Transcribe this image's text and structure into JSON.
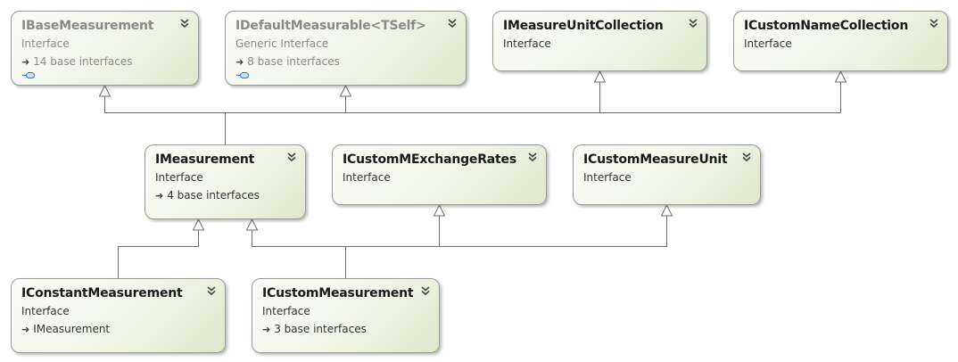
{
  "nodes": {
    "ibase": {
      "title": "IBaseMeasurement",
      "type": "Interface",
      "base": "14 base interfaces",
      "state": "faded"
    },
    "idefault": {
      "title": "IDefaultMeasurable<TSelf>",
      "type": "Generic Interface",
      "base": "8 base interfaces",
      "state": "faded"
    },
    "iunitcoll": {
      "title": "IMeasureUnitCollection",
      "type": "Interface"
    },
    "inamecoll": {
      "title": "ICustomNameCollection",
      "type": "Interface"
    },
    "imeasurement": {
      "title": "IMeasurement",
      "type": "Interface",
      "base": "4 base interfaces"
    },
    "iexchange": {
      "title": "ICustomMExchangeRates",
      "type": "Interface"
    },
    "iunit": {
      "title": "ICustomMeasureUnit",
      "type": "Interface"
    },
    "iconstant": {
      "title": "IConstantMeasurement",
      "type": "Interface",
      "base": "IMeasurement"
    },
    "icustom": {
      "title": "ICustomMeasurement",
      "type": "Interface",
      "base": "3 base interfaces"
    }
  },
  "icons": {
    "expand": "chevron-double-down-icon",
    "base_arrow": "right-arrow-icon",
    "interface_marker": "interface-lollipop-icon"
  },
  "colors": {
    "node_fill": "#f1f5e8",
    "node_border": "#9a9a9a",
    "connector": "#6e6e6e",
    "faded_text": "#8a8a8a"
  }
}
